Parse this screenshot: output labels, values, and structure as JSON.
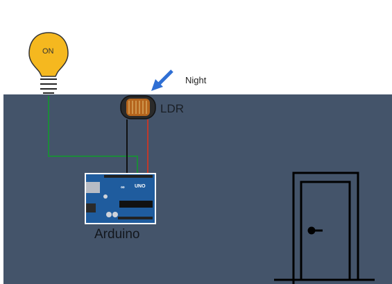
{
  "labels": {
    "bulb_state": "ON",
    "night": "Night",
    "ldr": "LDR",
    "arduino": "Arduino",
    "board": "UNO"
  },
  "colors": {
    "wall": "#44546a",
    "bulb": "#f5b81f",
    "moon": "#c9cdd6",
    "arrow": "#2f6fd4",
    "wire_green": "#1c8a3a",
    "wire_red": "#c0392b",
    "wire_black": "#111111",
    "board": "#1f5c9e"
  },
  "icons": [
    "light-bulb-icon",
    "moon-icon",
    "arrow-icon",
    "ldr-sensor-icon",
    "arduino-board-icon",
    "door-icon"
  ]
}
